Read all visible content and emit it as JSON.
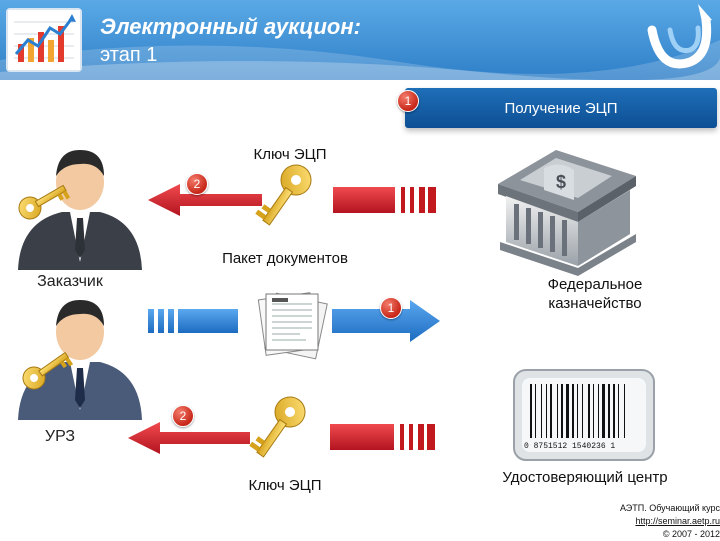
{
  "header": {
    "title_line1": "Электронный аукцион:",
    "title_line2": "этап 1"
  },
  "stage": {
    "badge": "1",
    "label": "Получение ЭЦП"
  },
  "flows": {
    "key_top_label": "Ключ ЭЦП",
    "key_top_badge": "2",
    "docs_label": "Пакет документов",
    "docs_badge": "1",
    "key_bottom_label": "Ключ ЭЦП",
    "key_bottom_badge": "2"
  },
  "actors": {
    "customer": "Заказчик",
    "urz": "УРЗ",
    "treasury": "Федеральное казначейство",
    "cert_center": "Удостоверяющий центр"
  },
  "barcode": {
    "digits": "0   8751512   1540236   1"
  },
  "footer": {
    "line1": "АЭТП. Обучающий курс",
    "line2": "http://seminar.aetp.ru",
    "line3": "© 2007 - 2012"
  },
  "colors": {
    "header_blue": "#2f7fc8",
    "stage_blue": "#0d4f94",
    "arrow_red": "#d21f2b",
    "arrow_blue": "#2b7fd1",
    "badge_red": "#c72718"
  }
}
